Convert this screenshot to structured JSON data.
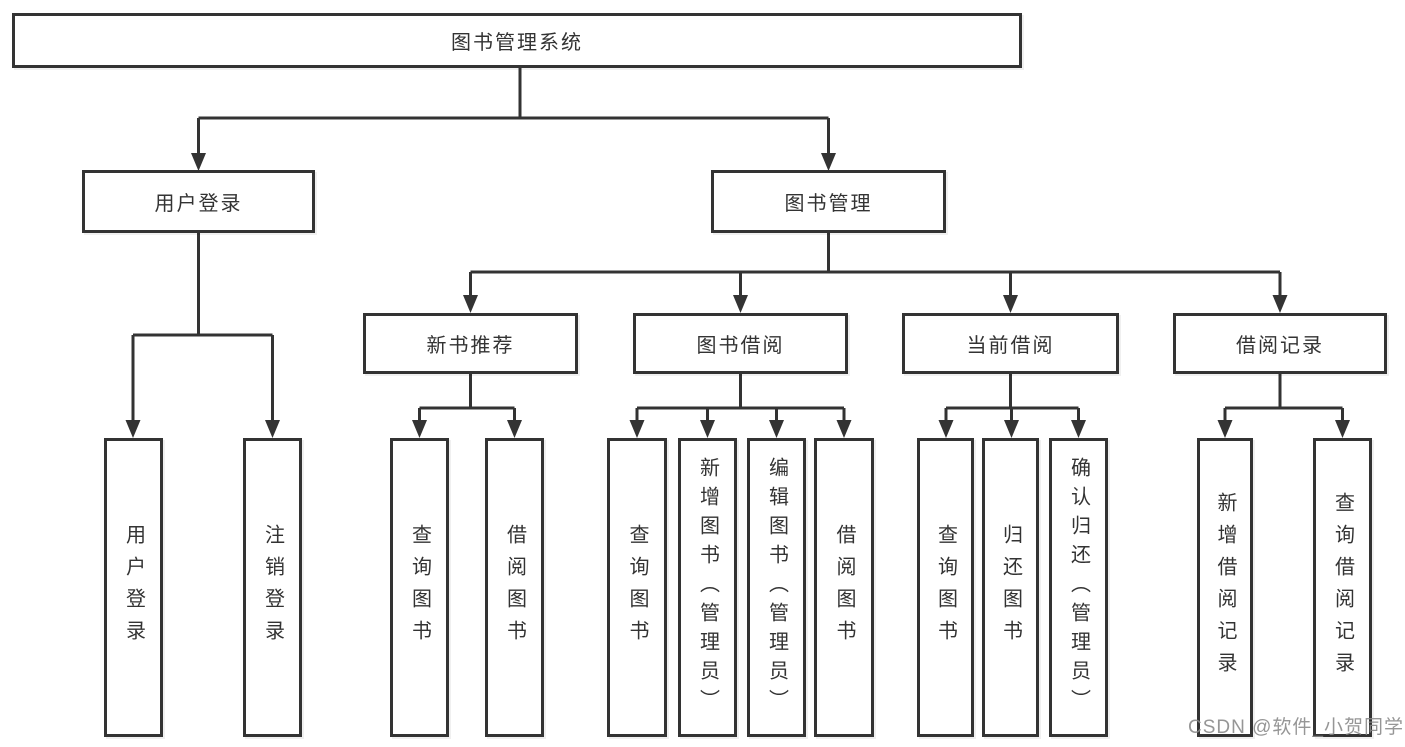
{
  "diagram": {
    "title": "图书管理系统",
    "colors": {
      "line": "#333333",
      "box_border": "#333333",
      "text": "#333333",
      "background": "#ffffff",
      "watermark": "#878787"
    },
    "root": {
      "label": "图书管理系统"
    },
    "level2": [
      {
        "id": "user-login",
        "label": "用户登录"
      },
      {
        "id": "book-management",
        "label": "图书管理"
      }
    ],
    "level3": [
      {
        "id": "new-book-recommend",
        "parent": "图书管理",
        "label": "新书推荐"
      },
      {
        "id": "book-borrowing",
        "parent": "图书管理",
        "label": "图书借阅"
      },
      {
        "id": "current-borrowing",
        "parent": "图书管理",
        "label": "当前借阅"
      },
      {
        "id": "borrowing-records",
        "parent": "图书管理",
        "label": "借阅记录"
      }
    ],
    "level4": [
      {
        "parent": "用户登录",
        "label": "用户登录"
      },
      {
        "parent": "用户登录",
        "label": "注销登录"
      },
      {
        "parent": "新书推荐",
        "label": "查询图书"
      },
      {
        "parent": "新书推荐",
        "label": "借阅图书"
      },
      {
        "parent": "图书借阅",
        "label": "查询图书"
      },
      {
        "parent": "图书借阅",
        "label": "新增图书（管理员）"
      },
      {
        "parent": "图书借阅",
        "label": "编辑图书（管理员）"
      },
      {
        "parent": "图书借阅",
        "label": "借阅图书"
      },
      {
        "parent": "当前借阅",
        "label": "查询图书"
      },
      {
        "parent": "当前借阅",
        "label": "归还图书"
      },
      {
        "parent": "当前借阅",
        "label": "确认归还（管理员）"
      },
      {
        "parent": "借阅记录",
        "label": "新增借阅记录"
      },
      {
        "parent": "借阅记录",
        "label": "查询借阅记录"
      }
    ],
    "watermark": "CSDN @软件_小贺同学"
  }
}
